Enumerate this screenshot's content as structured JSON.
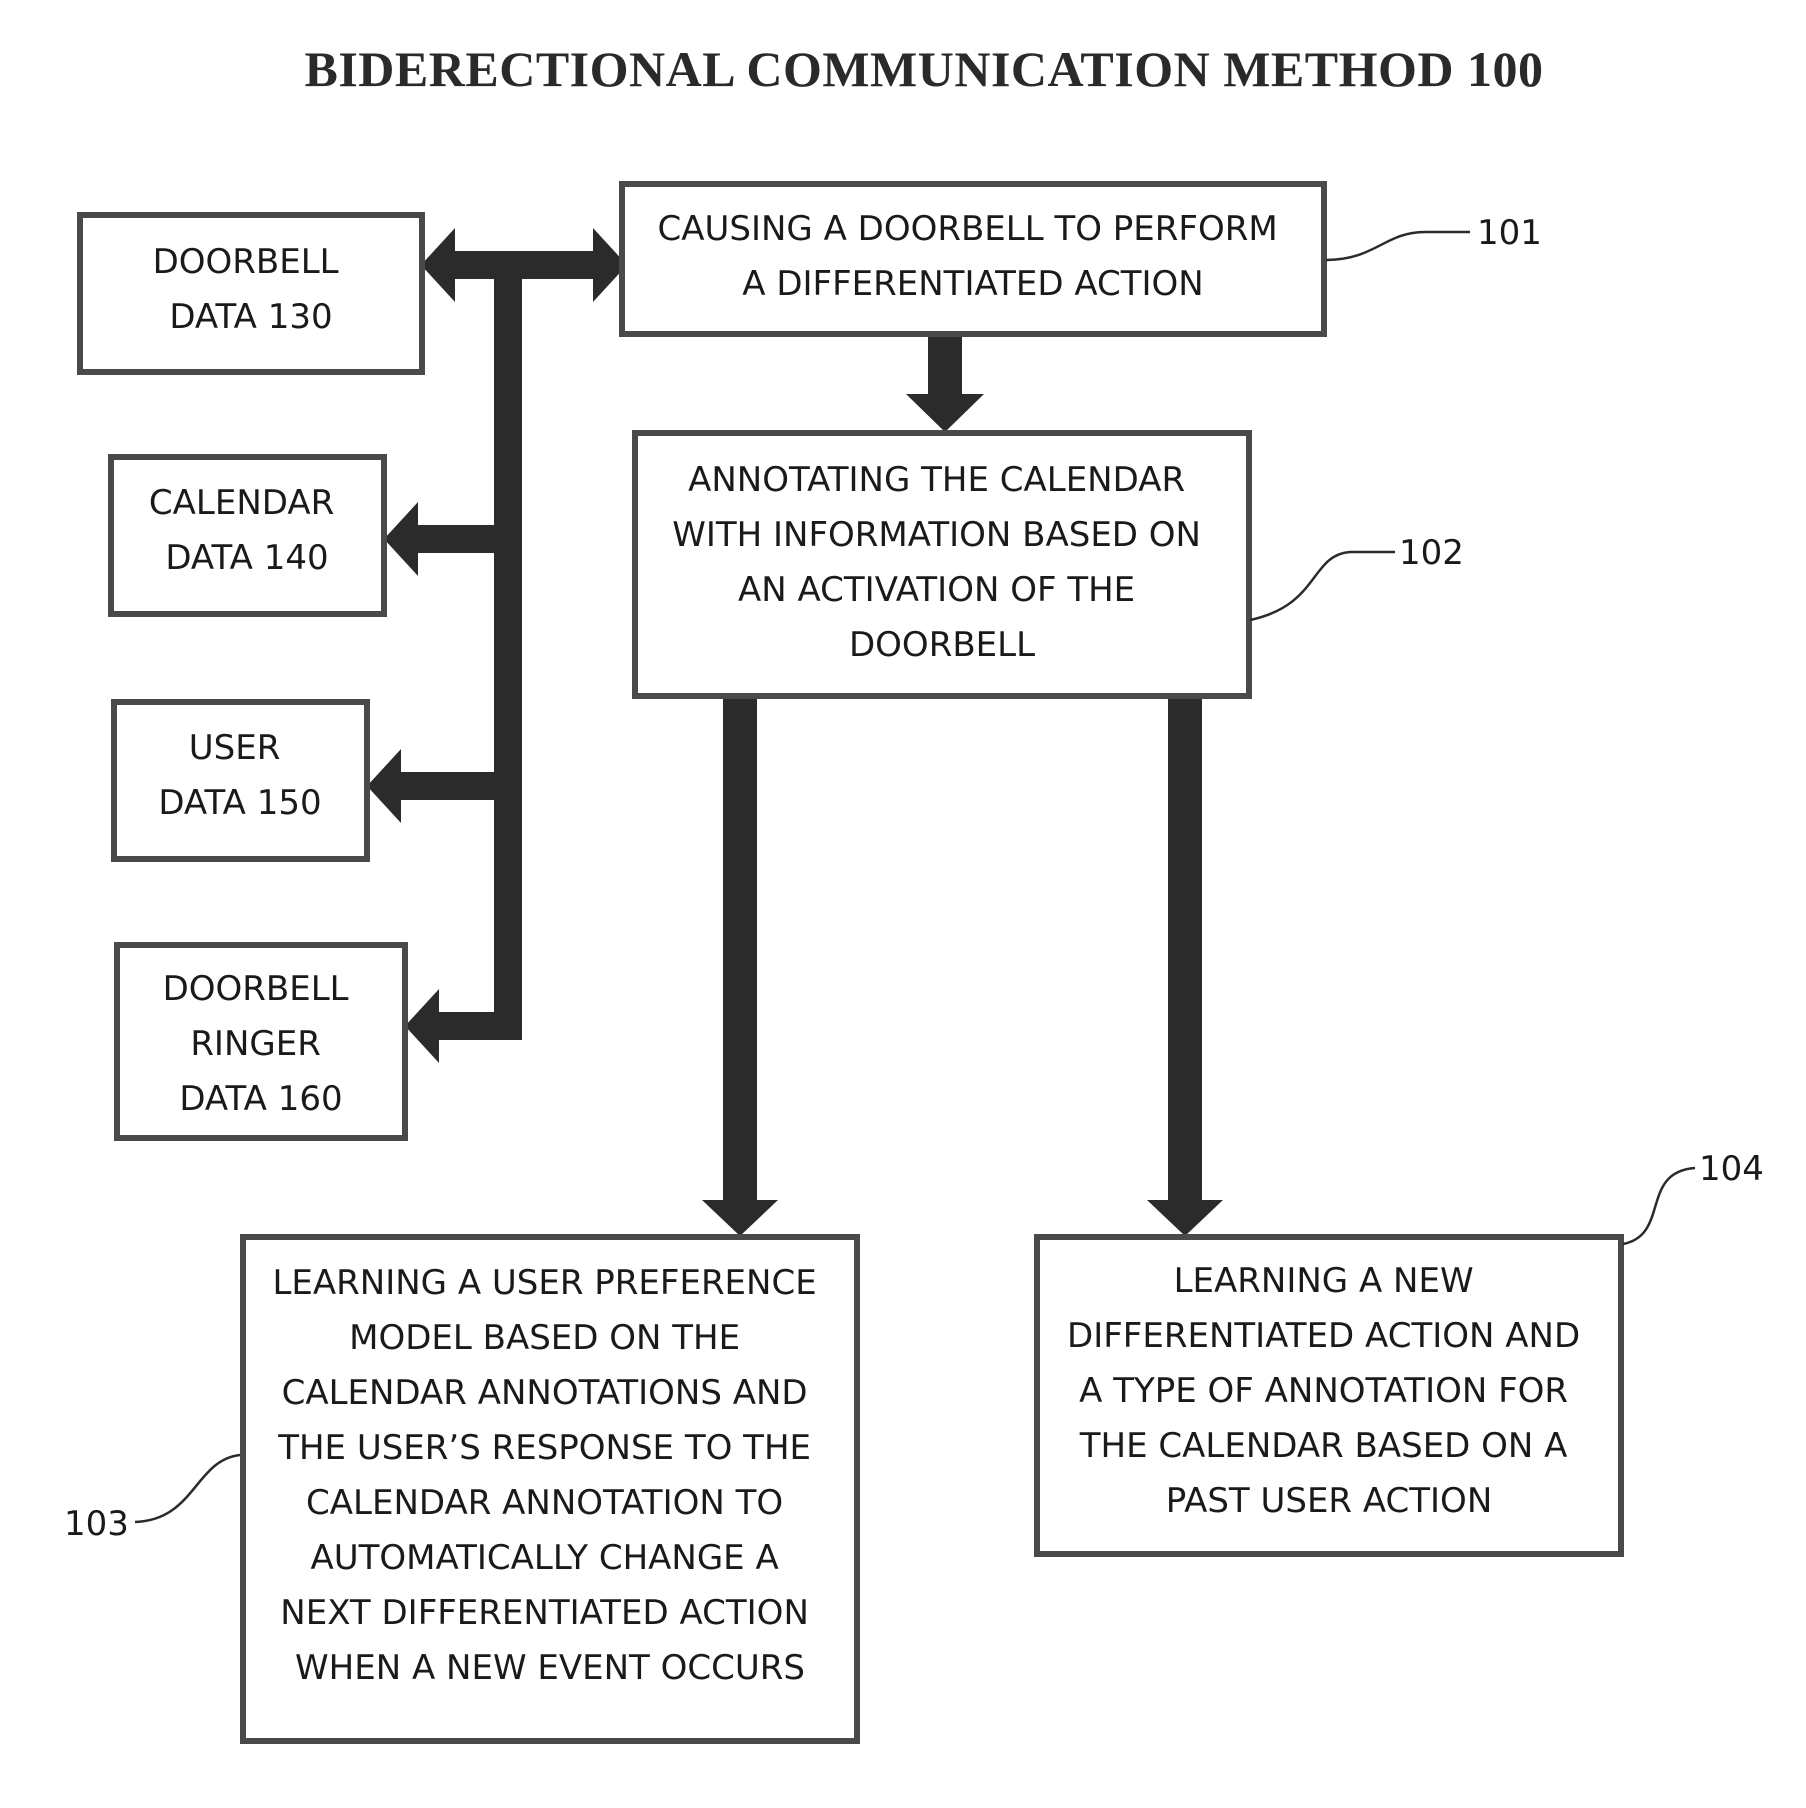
{
  "title": "BIDERECTIONAL COMMUNICATION METHOD 100",
  "data_boxes": [
    {
      "id": "doorbell-data",
      "lines": [
        "DOORBELL",
        "DATA 130"
      ]
    },
    {
      "id": "calendar-data",
      "lines": [
        "CALENDAR",
        "DATA 140"
      ]
    },
    {
      "id": "user-data",
      "lines": [
        "USER",
        "DATA 150"
      ]
    },
    {
      "id": "doorbell-ringer-data",
      "lines": [
        "DOORBELL",
        "RINGER",
        "DATA 160"
      ]
    }
  ],
  "steps": [
    {
      "id": "step-101",
      "ref": "101",
      "lines": [
        "CAUSING A DOORBELL TO PERFORM",
        "A DIFFERENTIATED ACTION"
      ]
    },
    {
      "id": "step-102",
      "ref": "102",
      "lines": [
        "ANNOTATING THE CALENDAR",
        "WITH INFORMATION BASED ON",
        "AN ACTIVATION OF THE",
        "DOORBELL"
      ]
    },
    {
      "id": "step-103",
      "ref": "103",
      "lines": [
        "LEARNING A USER PREFERENCE",
        "MODEL BASED ON THE",
        "CALENDAR ANNOTATIONS AND",
        "THE USER’S RESPONSE TO THE",
        "CALENDAR ANNOTATION TO",
        "AUTOMATICALLY CHANGE A",
        "NEXT DIFFERENTIATED ACTION",
        "WHEN A NEW EVENT OCCURS"
      ]
    },
    {
      "id": "step-104",
      "ref": "104",
      "lines": [
        "LEARNING A NEW",
        "DIFFERENTIATED ACTION AND",
        "A TYPE OF ANNOTATION FOR",
        "THE CALENDAR BASED ON A",
        "PAST USER ACTION"
      ]
    }
  ],
  "colors": {
    "ink": "#2b2b2b",
    "box_border": "#4a4a4a",
    "background": "#ffffff"
  }
}
